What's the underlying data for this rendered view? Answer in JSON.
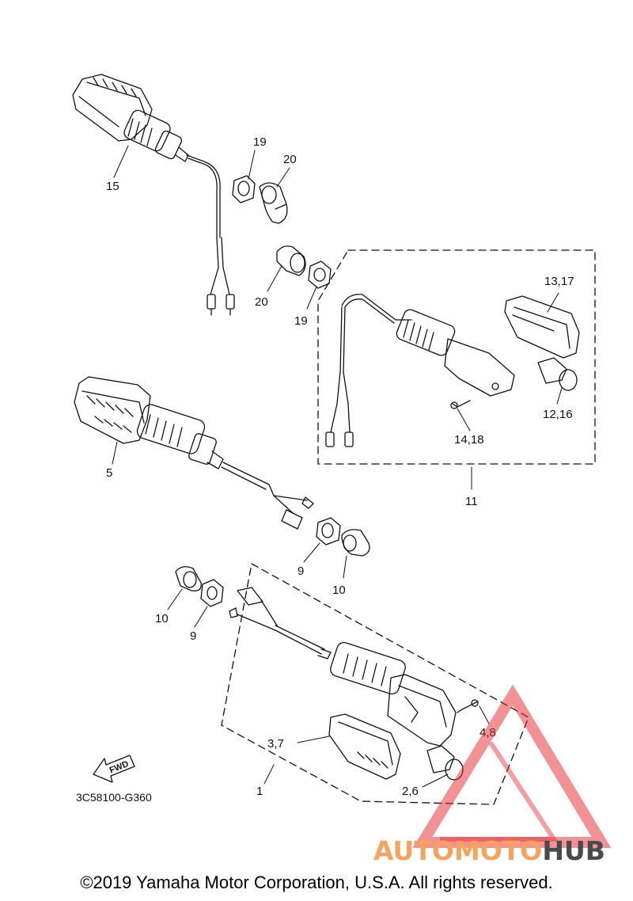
{
  "callouts": {
    "p1": "1",
    "p2_6": "2,6",
    "p3_7": "3,7",
    "p4_8": "4,8",
    "p5": "5",
    "p9a": "9",
    "p9b": "9",
    "p10a": "10",
    "p10b": "10",
    "p11": "11",
    "p12_16": "12,16",
    "p13_17": "13,17",
    "p14_18": "14,18",
    "p15": "15",
    "p19a": "19",
    "p19b": "19",
    "p20a": "20",
    "p20b": "20"
  },
  "fwd_label": "FWD",
  "drawing_code": "3C58100-G360",
  "watermark": {
    "part1": "AUTOMOTO",
    "part2": "HUB",
    "color1": "#f7a35c",
    "color2": "#4a4a4a",
    "triangle_color": "#e8262a"
  },
  "copyright": "©2019 Yamaha Motor Corporation, U.S.A. All rights reserved."
}
